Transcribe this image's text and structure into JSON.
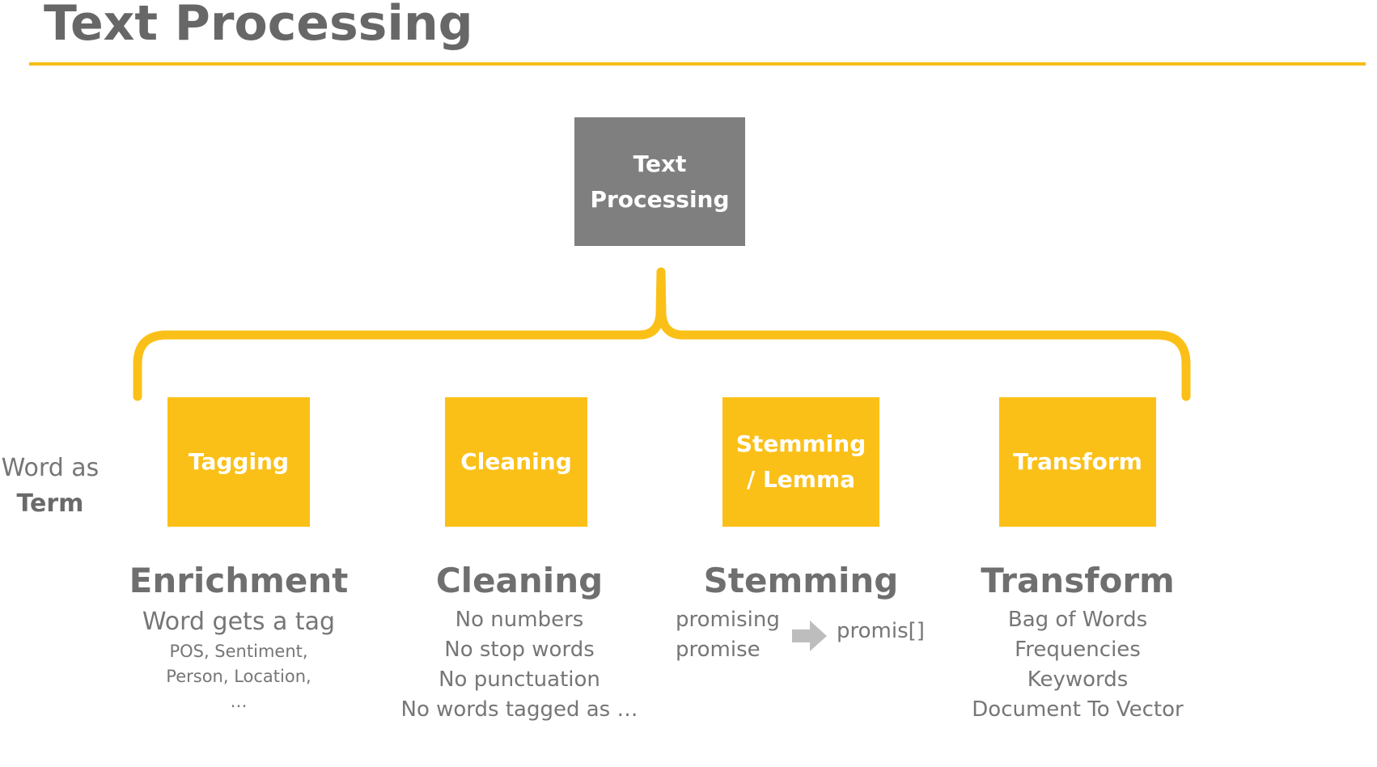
{
  "title": "Text Processing",
  "root": {
    "line1": "Text",
    "line2": "Processing"
  },
  "side_label": {
    "line1": "Word as",
    "line2": "Term"
  },
  "nodes": [
    {
      "line1": "Tagging",
      "line2": ""
    },
    {
      "line1": "Cleaning",
      "line2": ""
    },
    {
      "line1": "Stemming",
      "line2": "/ Lemma"
    },
    {
      "line1": "Transform",
      "line2": ""
    }
  ],
  "enrichment": {
    "head": "Enrichment",
    "sub": "Word gets a tag",
    "small1": "POS, Sentiment,",
    "small2": "Person, Location,",
    "small3": "…"
  },
  "cleaning": {
    "head": "Cleaning",
    "items": [
      "No numbers",
      "No stop words",
      "No punctuation",
      "No words tagged as …"
    ]
  },
  "stemming": {
    "head": "Stemming",
    "inputs": [
      "promising",
      "promise"
    ],
    "output": "promis[]"
  },
  "transform": {
    "head": "Transform",
    "items": [
      "Bag of Words",
      "Frequencies",
      "Keywords",
      "Document To Vector"
    ]
  },
  "colors": {
    "accent": "#fbc018",
    "root": "#7f7f7f",
    "text": "#767676"
  }
}
